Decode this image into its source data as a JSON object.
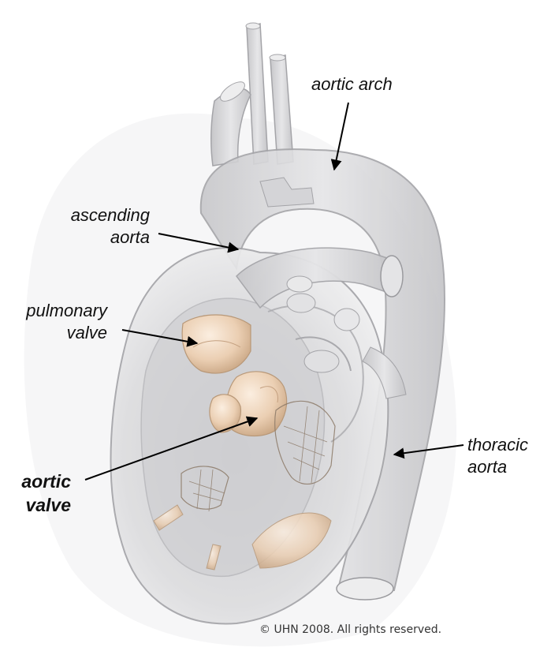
{
  "labels": {
    "aortic_arch": "aortic arch",
    "ascending_aorta_line1": "ascending",
    "ascending_aorta_line2": "aorta",
    "pulmonary_valve_line1": "pulmonary",
    "pulmonary_valve_line2": "valve",
    "aortic_valve_line1": "aortic",
    "aortic_valve_line2": "valve",
    "thoracic_aorta_line1": "thoracic",
    "thoracic_aorta_line2": "aorta"
  },
  "copyright": "© UHN 2008. All rights reserved.",
  "colors": {
    "tissue_fill": "#d8d8da",
    "tissue_stroke": "#a4a4a8",
    "valve_fill": "#ecd2b8",
    "valve_stroke": "#b89878",
    "arrow": "#000000"
  }
}
